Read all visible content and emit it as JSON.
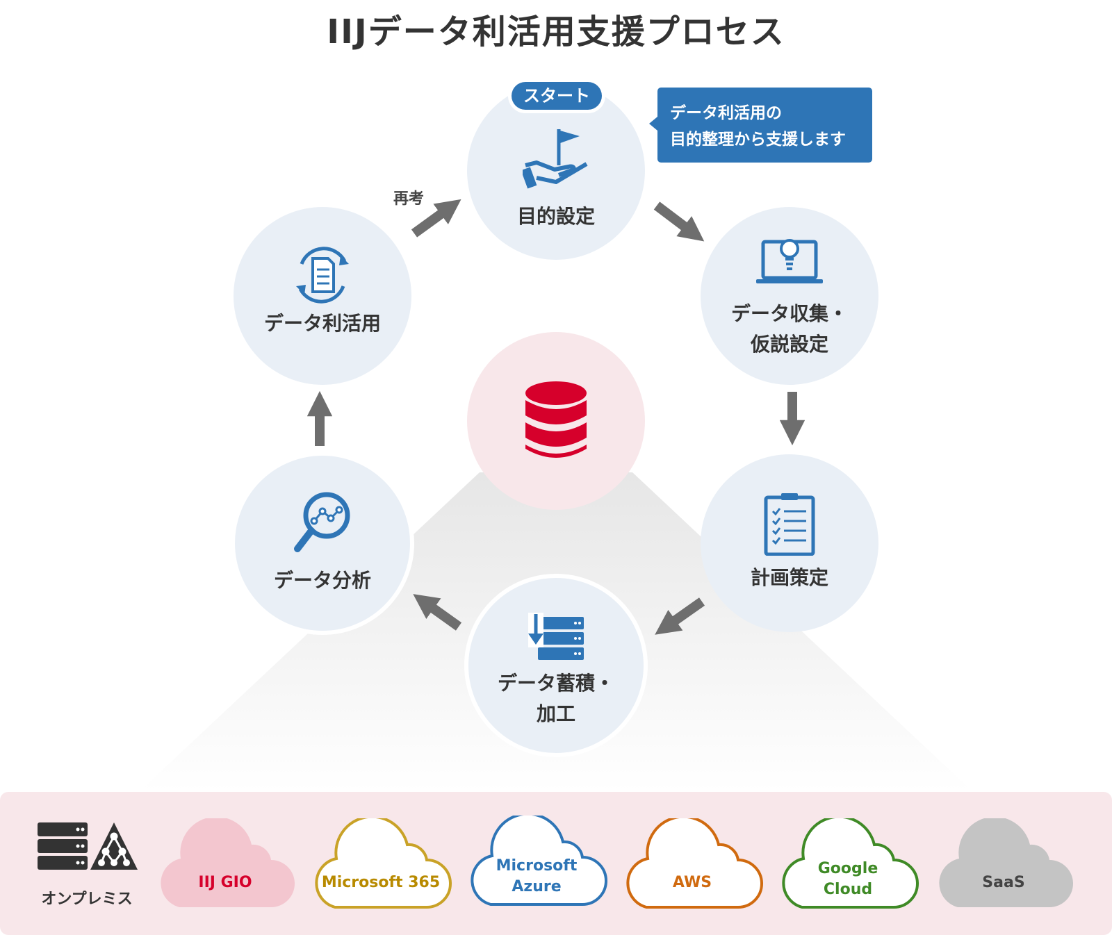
{
  "title": "IIJデータ利活用支援プロセス",
  "start_badge": "スタート",
  "callout": {
    "line1": "データ利活用の",
    "line2": "目的整理から支援します"
  },
  "rethink_label": "再考",
  "steps": [
    {
      "line1": "目的設定",
      "line2": "",
      "icon": "hand-flag-icon"
    },
    {
      "line1": "データ収集・",
      "line2": "仮説設定",
      "icon": "laptop-lightbulb-icon"
    },
    {
      "line1": "計画策定",
      "line2": "",
      "icon": "clipboard-checklist-icon"
    },
    {
      "line1": "データ蓄積・",
      "line2": "加工",
      "icon": "server-download-icon"
    },
    {
      "line1": "データ分析",
      "line2": "",
      "icon": "magnifier-analysis-icon"
    },
    {
      "line1": "データ利活用",
      "line2": "",
      "icon": "document-cycle-icon"
    }
  ],
  "center_icon": "database-icon",
  "platforms": {
    "onprem": {
      "label": "オンプレミス",
      "icon": "server-network-icon"
    },
    "clouds": [
      {
        "line1": "IIJ GIO",
        "line2": "",
        "color": "#d6002b",
        "fill": "#f3c6cf",
        "stroke": ""
      },
      {
        "line1": "Microsoft 365",
        "line2": "",
        "color": "#b88a00",
        "fill": "#ffffff",
        "stroke": "#c9a227"
      },
      {
        "line1": "Microsoft",
        "line2": "Azure",
        "color": "#2e75b6",
        "fill": "#ffffff",
        "stroke": "#2e75b6"
      },
      {
        "line1": "AWS",
        "line2": "",
        "color": "#d06a0f",
        "fill": "#ffffff",
        "stroke": "#d06a0f"
      },
      {
        "line1": "Google",
        "line2": "Cloud",
        "color": "#3f8a26",
        "fill": "#ffffff",
        "stroke": "#3f8a26"
      },
      {
        "line1": "SaaS",
        "line2": "",
        "color": "#444444",
        "fill": "#c4c4c4",
        "stroke": ""
      }
    ]
  },
  "colors": {
    "accent_blue": "#2e75b6",
    "db_red": "#d6002b",
    "arrow_gray": "#6e6e6e",
    "node_bg": "#e9eff6"
  }
}
